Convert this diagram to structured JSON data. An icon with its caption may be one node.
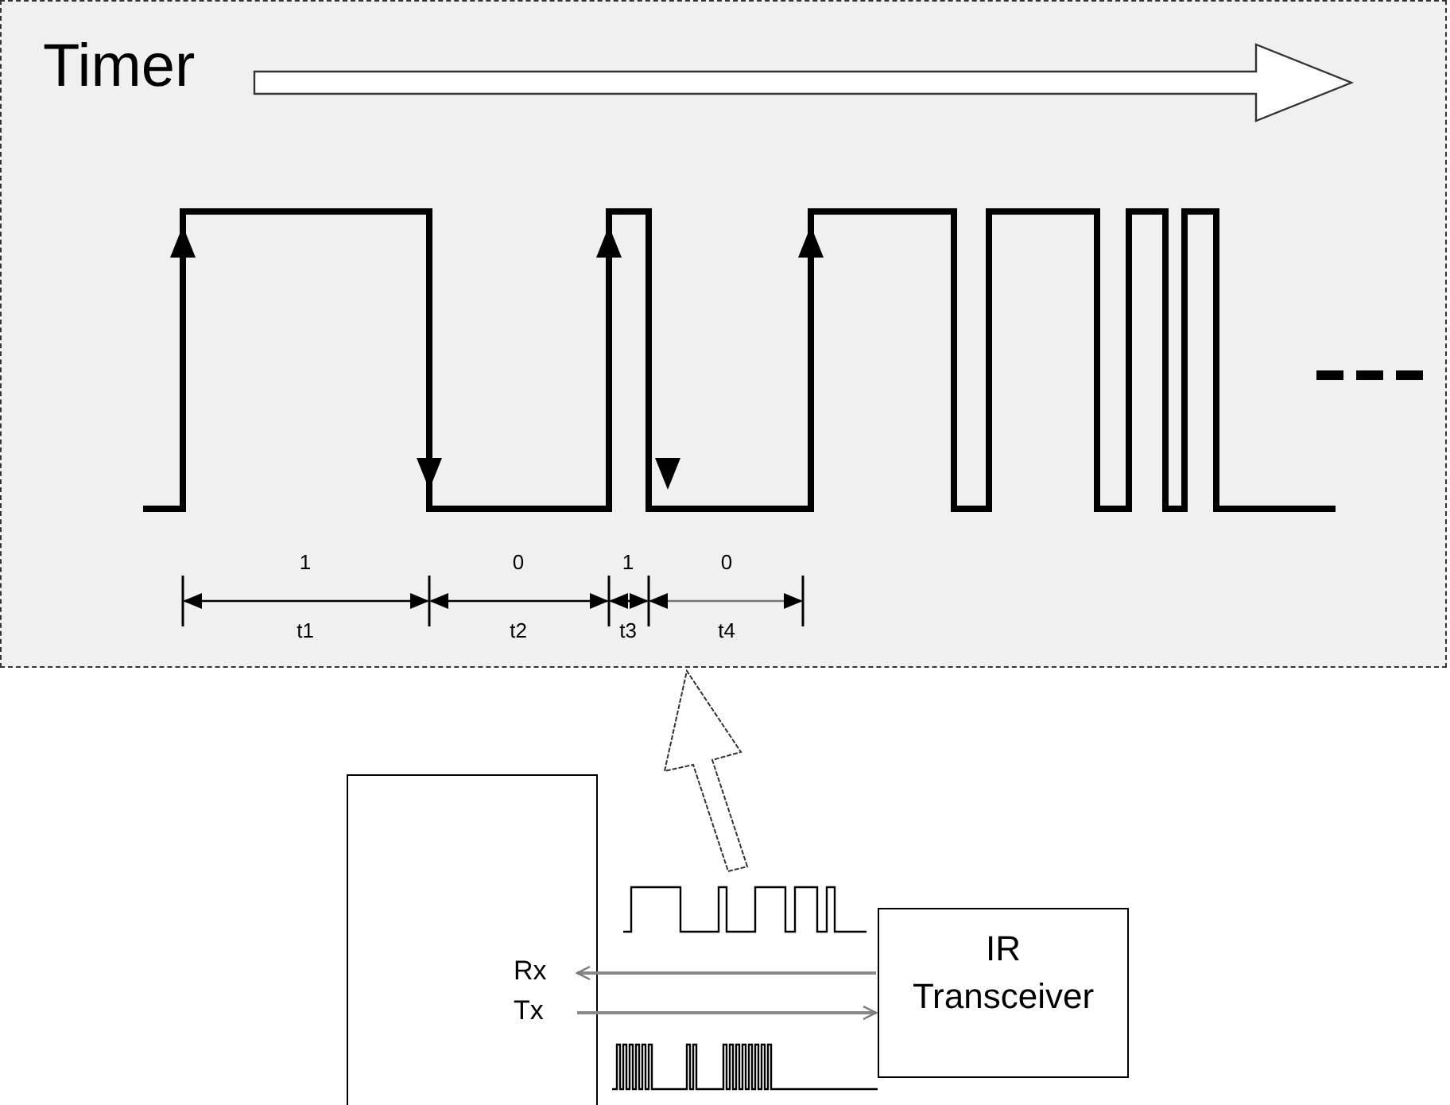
{
  "diagram": {
    "nodes": [
      {
        "text": [
          "Timer"
        ]
      },
      {
        "text": [],
        "shape": "box"
      },
      {
        "text": [
          "IR Transceiver"
        ]
      },
      {
        "text": [
          "Rx"
        ],
        "in": 1
      },
      {
        "text": [
          "Tx"
        ],
        "in": 1
      }
    ],
    "edges": [
      {
        "from": 2,
        "to": 3,
        "arrow": "to"
      },
      {
        "from": 4,
        "to": 2,
        "arrow": "to"
      },
      {
        "from": null,
        "to": 0,
        "arrow": "to"
      }
    ],
    "labels": [
      "1",
      "0",
      "1",
      "0",
      "t1",
      "t2",
      "t3",
      "t4"
    ]
  }
}
